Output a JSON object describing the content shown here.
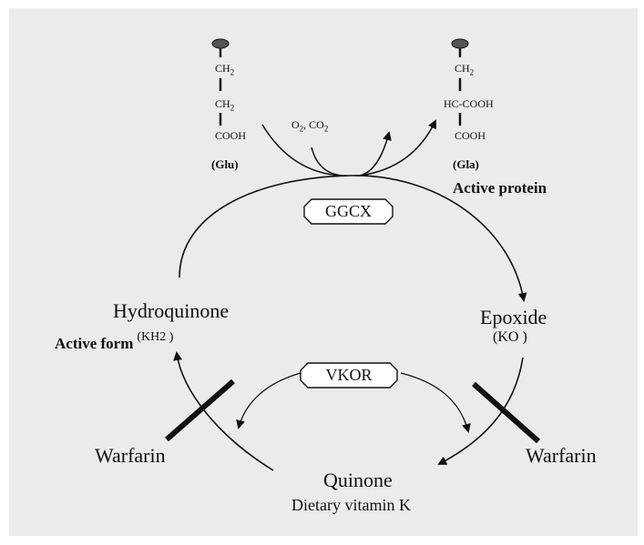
{
  "glu": {
    "chain": [
      "CH",
      "CH",
      "COOH"
    ],
    "label": "(Glu)"
  },
  "gla": {
    "chain": [
      "CH",
      "HC-COOH",
      "COOH"
    ],
    "label": "(Gla)",
    "subtitle": "Active protein"
  },
  "subscript_2": "2",
  "gases": "O",
  "gases_mid": ", CO",
  "enzyme_top": "GGCX",
  "enzyme_bottom": "VKOR",
  "hydroquinone": {
    "name": "Hydroquinone",
    "form": "Active form",
    "abbr": "(KH2 )"
  },
  "epoxide": {
    "name": "Epoxide",
    "abbr": "(KO )"
  },
  "quinone": {
    "name": "Quinone",
    "subtitle": "Dietary vitamin K"
  },
  "inhibitor_left": "Warfarin",
  "inhibitor_right": "Warfarin",
  "colors": {
    "background": "#ebebeb",
    "ink": "#111111",
    "bead": "#555555"
  }
}
